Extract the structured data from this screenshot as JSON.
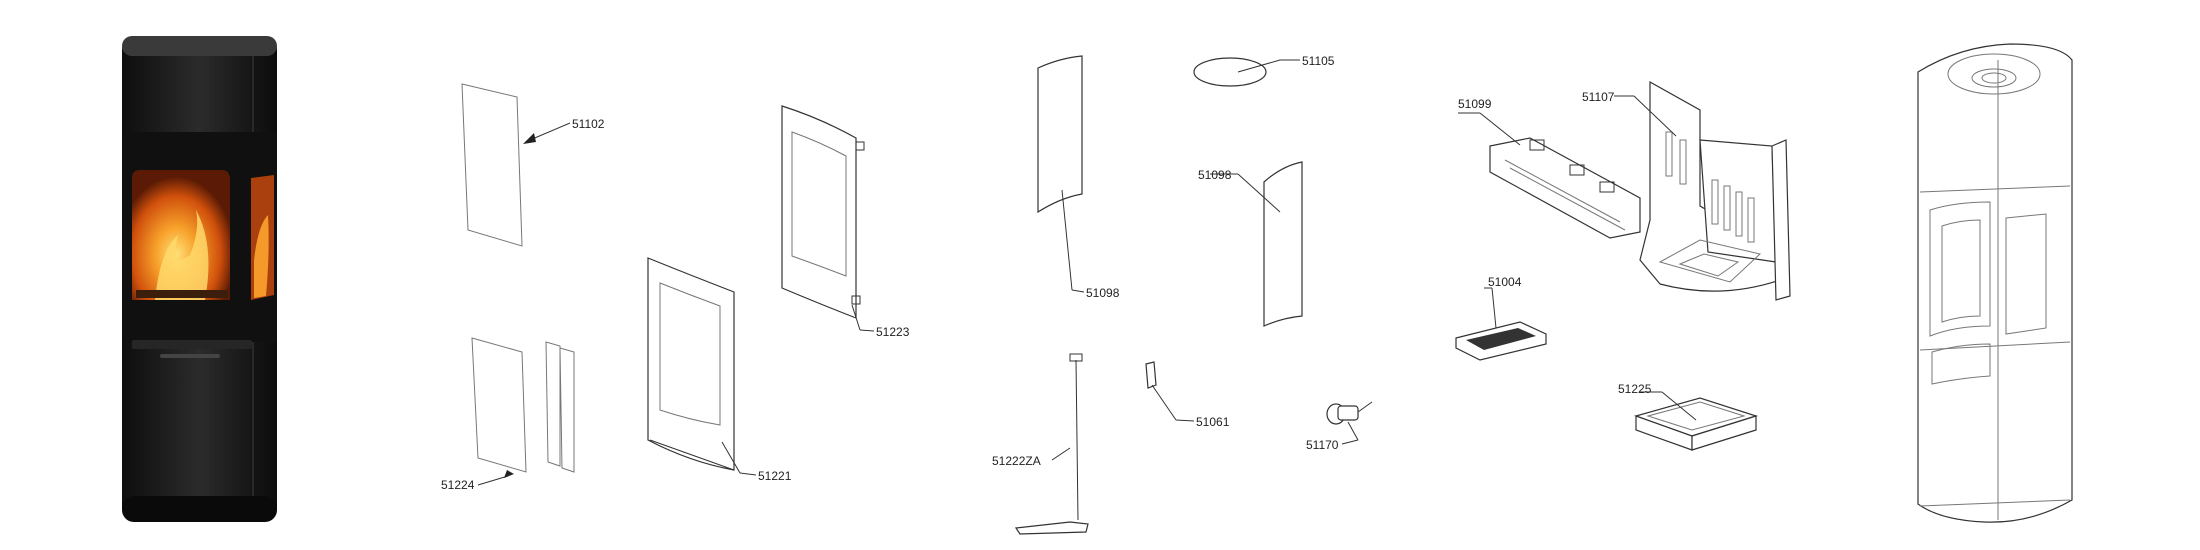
{
  "diagram": {
    "parts": [
      {
        "id": "p51102",
        "label": "51102"
      },
      {
        "id": "p51224",
        "label": "51224"
      },
      {
        "id": "p51221",
        "label": "51221"
      },
      {
        "id": "p51223",
        "label": "51223"
      },
      {
        "id": "p51098a",
        "label": "51098"
      },
      {
        "id": "p51222ZA",
        "label": "51222ZA"
      },
      {
        "id": "p51061",
        "label": "51061"
      },
      {
        "id": "p51105",
        "label": "51105"
      },
      {
        "id": "p51098b",
        "label": "51098"
      },
      {
        "id": "p51170",
        "label": "51170"
      },
      {
        "id": "p51099",
        "label": "51099"
      },
      {
        "id": "p51107",
        "label": "51107"
      },
      {
        "id": "p51004",
        "label": "51004"
      },
      {
        "id": "p51225",
        "label": "51225"
      }
    ]
  },
  "colors": {
    "stove_body": "#1a1a1a",
    "flame": "#f07a12",
    "line": "#333333"
  }
}
